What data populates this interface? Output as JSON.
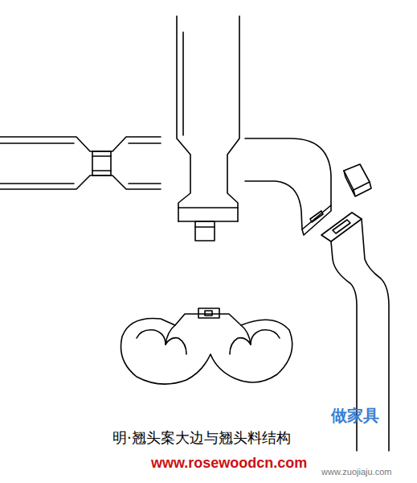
{
  "diagram": {
    "caption": "明·翘头案大边与翘头料结构",
    "labels": [
      "做家具",
      "www.rosewoodcn.com",
      "www.zuojiaju.com"
    ]
  }
}
